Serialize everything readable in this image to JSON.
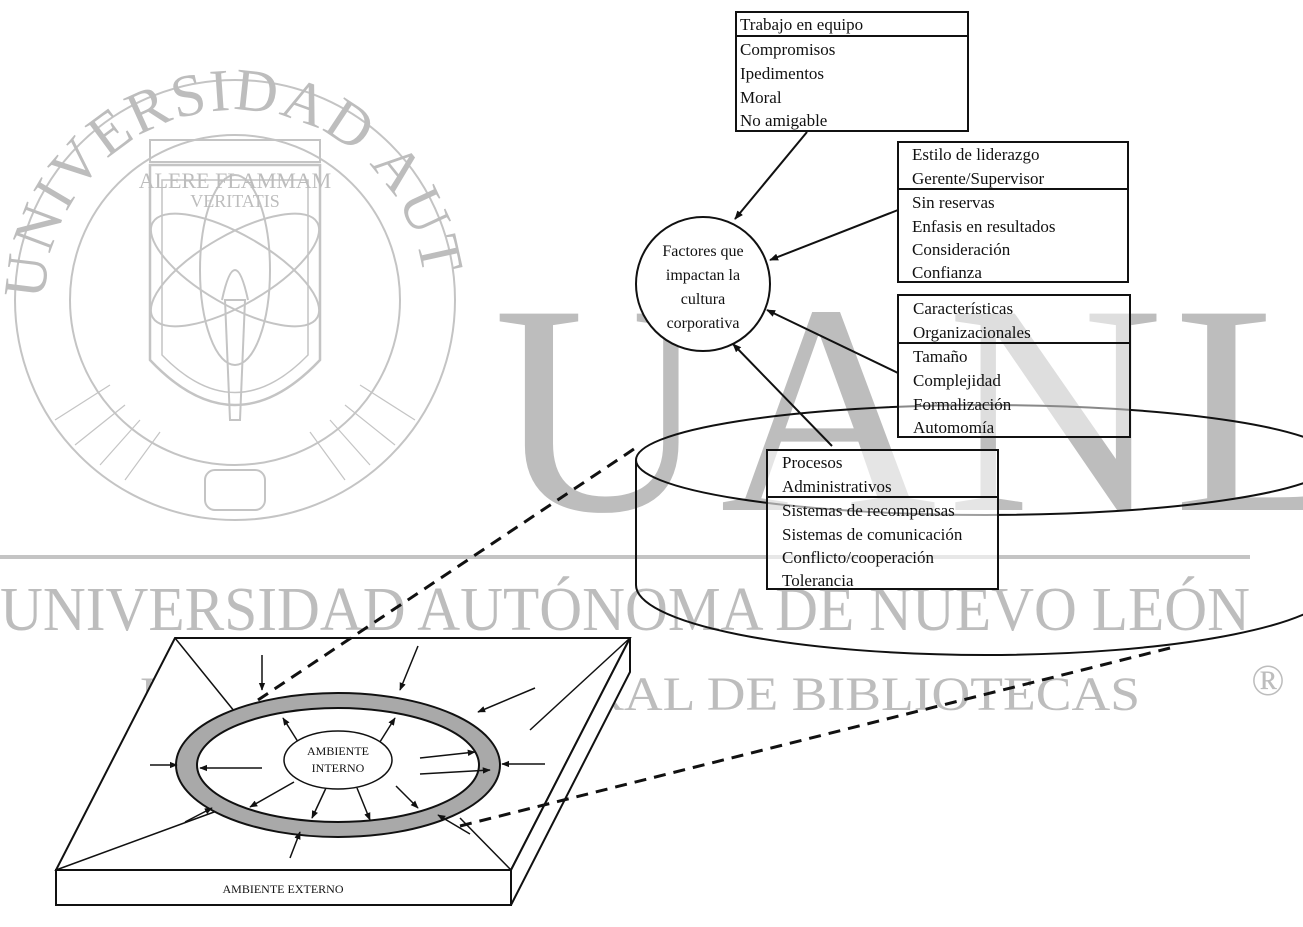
{
  "watermark": {
    "university_top": "UNIVERSIDAD AUTONOMA DE NUEVO LEON",
    "motto_line1": "ALERE FLAMMAM",
    "motto_line2": "VERITATIS",
    "big_letters": "UANL",
    "banner": "UNIVERSIDAD AUTÓNOMA DE NUEVO LEÓN",
    "sub_banner": "DIRECCIÓN GENERAL DE BIBLIOTECAS",
    "registered": "®"
  },
  "center_circle": {
    "lines": [
      "Factores que",
      "impactan la",
      "cultura",
      "corporativa"
    ]
  },
  "boxes": {
    "teamwork": {
      "header": [
        "Trabajo en equipo"
      ],
      "items": [
        "Compromisos",
        "Ipedimentos",
        "Moral",
        "No amigable"
      ]
    },
    "leadership": {
      "header": [
        "Estilo de liderazgo",
        "Gerente/Supervisor"
      ],
      "items": [
        "Sin reservas",
        "Enfasis en resultados",
        "Consideración",
        "Confianza"
      ]
    },
    "org_characteristics": {
      "header": [
        "Características",
        "Organizacionales"
      ],
      "items": [
        "Tamaño",
        "Complejidad",
        "Formalización",
        "Automomía"
      ]
    },
    "admin_processes": {
      "header": [
        "Procesos",
        "Administrativos"
      ],
      "items": [
        "Sistemas de recompensas",
        "Sistemas de comunicación",
        "Conflicto/cooperación",
        "Tolerancia"
      ]
    }
  },
  "platform": {
    "inner_label_1": "AMBIENTE",
    "inner_label_2": "INTERNO",
    "outer_label": "AMBIENTE EXTERNO"
  }
}
